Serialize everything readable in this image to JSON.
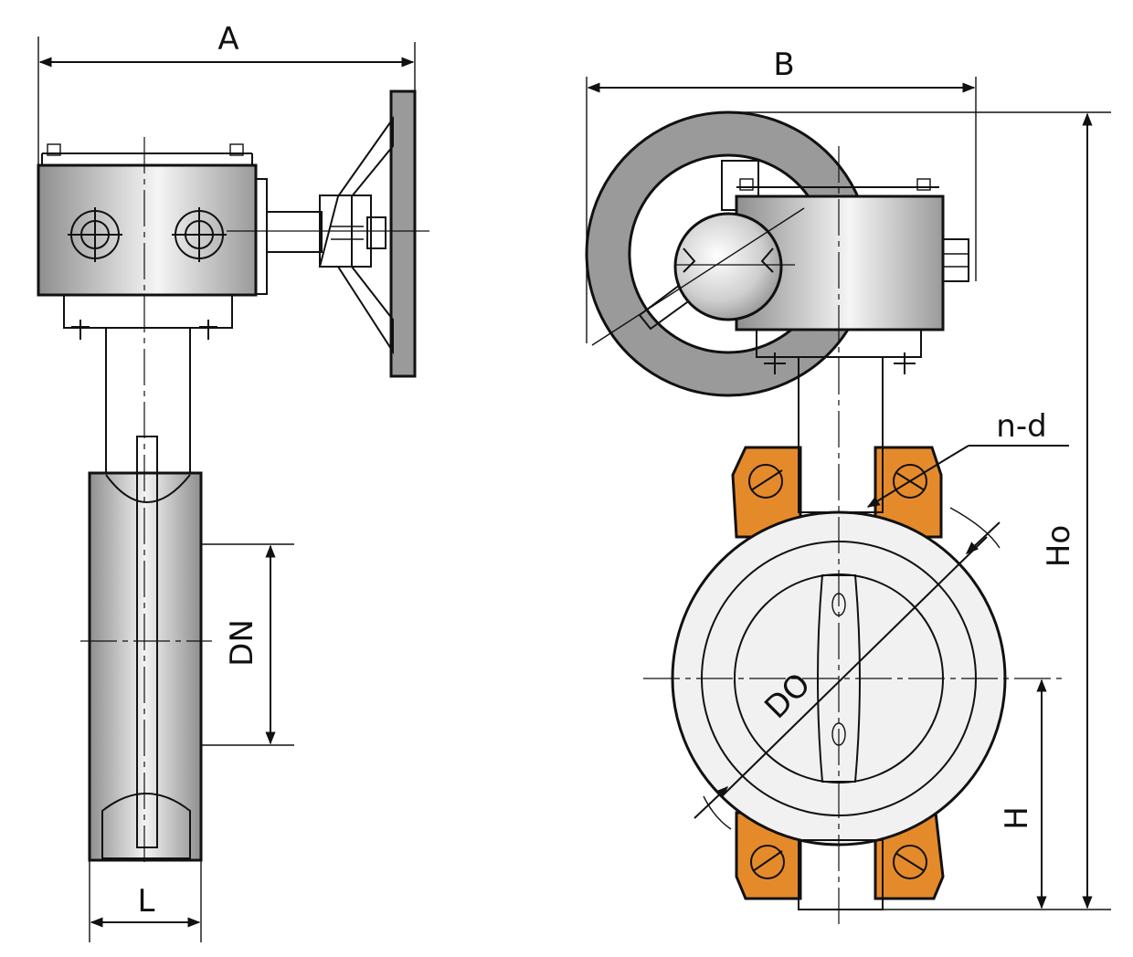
{
  "labels": {
    "dim_a": "A",
    "dim_b": "B",
    "dim_dn": "DN",
    "dim_l": "L",
    "dim_nd": "n-d",
    "dim_ho": "Ho",
    "dim_h": "H",
    "dim_do": "DO"
  },
  "colors": {
    "background": "#ffffff",
    "line": "#111111",
    "gearbox_gray": "#a9a9a9",
    "handwheel_gray": "#9a9a9a",
    "stem_purple": "#7f6bb0",
    "lug_orange": "#e58a2b",
    "seat_white": "#f1f1f1",
    "disc_gray": "#bdbdbd"
  }
}
